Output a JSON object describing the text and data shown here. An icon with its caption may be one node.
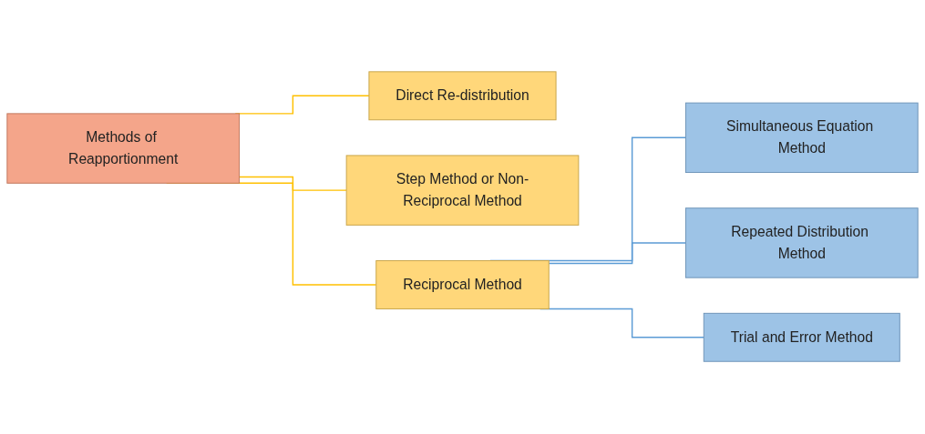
{
  "diagram": {
    "nodes": [
      {
        "text": [
          "Methods of Reapportionment"
        ]
      },
      {
        "text": [
          "Direct Re-distribution"
        ]
      },
      {
        "text": [
          "Step Method or Non-Reciprocal Method"
        ]
      },
      {
        "text": [
          "Reciprocal Method"
        ]
      },
      {
        "text": [
          "Simultaneous Equation Method"
        ]
      },
      {
        "text": [
          "Repeated Distribution Method"
        ]
      },
      {
        "text": [
          "Trial and Error Method"
        ]
      }
    ],
    "edges": [
      {
        "from": 0,
        "to": 1,
        "arrow": "none",
        "color": "#ffc000"
      },
      {
        "from": 0,
        "to": 2,
        "arrow": "none",
        "color": "#ffc000"
      },
      {
        "from": 0,
        "to": 3,
        "arrow": "none",
        "color": "#ffc000"
      },
      {
        "from": 3,
        "to": 4,
        "arrow": "none",
        "color": "#5b9bd5"
      },
      {
        "from": 3,
        "to": 5,
        "arrow": "none",
        "color": "#5b9bd5"
      },
      {
        "from": 3,
        "to": 6,
        "arrow": "none",
        "color": "#5b9bd5"
      }
    ]
  }
}
